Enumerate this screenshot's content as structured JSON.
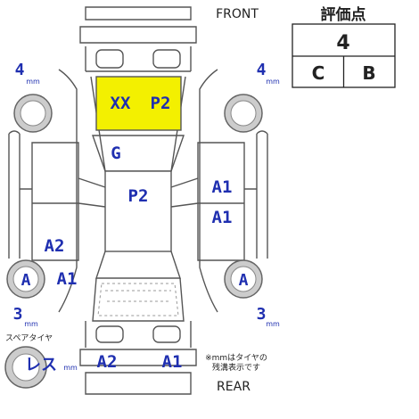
{
  "front_label": "FRONT",
  "rear_label": "REAR",
  "score": {
    "title": "評価点",
    "overall": "4",
    "exterior": "C",
    "interior": "B"
  },
  "tires": {
    "front_left": {
      "depth": "4",
      "unit": "mm"
    },
    "front_right": {
      "depth": "4",
      "unit": "mm"
    },
    "rear_left": {
      "depth": "3",
      "unit": "mm",
      "grade": "A"
    },
    "rear_right": {
      "depth": "3",
      "unit": "mm",
      "grade": "A"
    },
    "spare": {
      "label": "スペアタイヤ",
      "status": "レス",
      "unit": "mm"
    }
  },
  "panels": {
    "hood": {
      "code1": "XX",
      "code2": "P2",
      "color": "#f3f000"
    },
    "windshield": "G",
    "roof": "P2",
    "right_front_door": "A1",
    "right_rear_door": "A1",
    "left_rear_door": "A2",
    "left_rear_quarter": "A1",
    "rear_bumper_left": "A2",
    "rear_bumper_right": "A1"
  },
  "note": {
    "line1": "※mmはタイヤの",
    "line2": "残溝表示です"
  },
  "colors": {
    "mark": "#1f2fb0",
    "hood": "#f3f000",
    "outline": "#555555"
  }
}
